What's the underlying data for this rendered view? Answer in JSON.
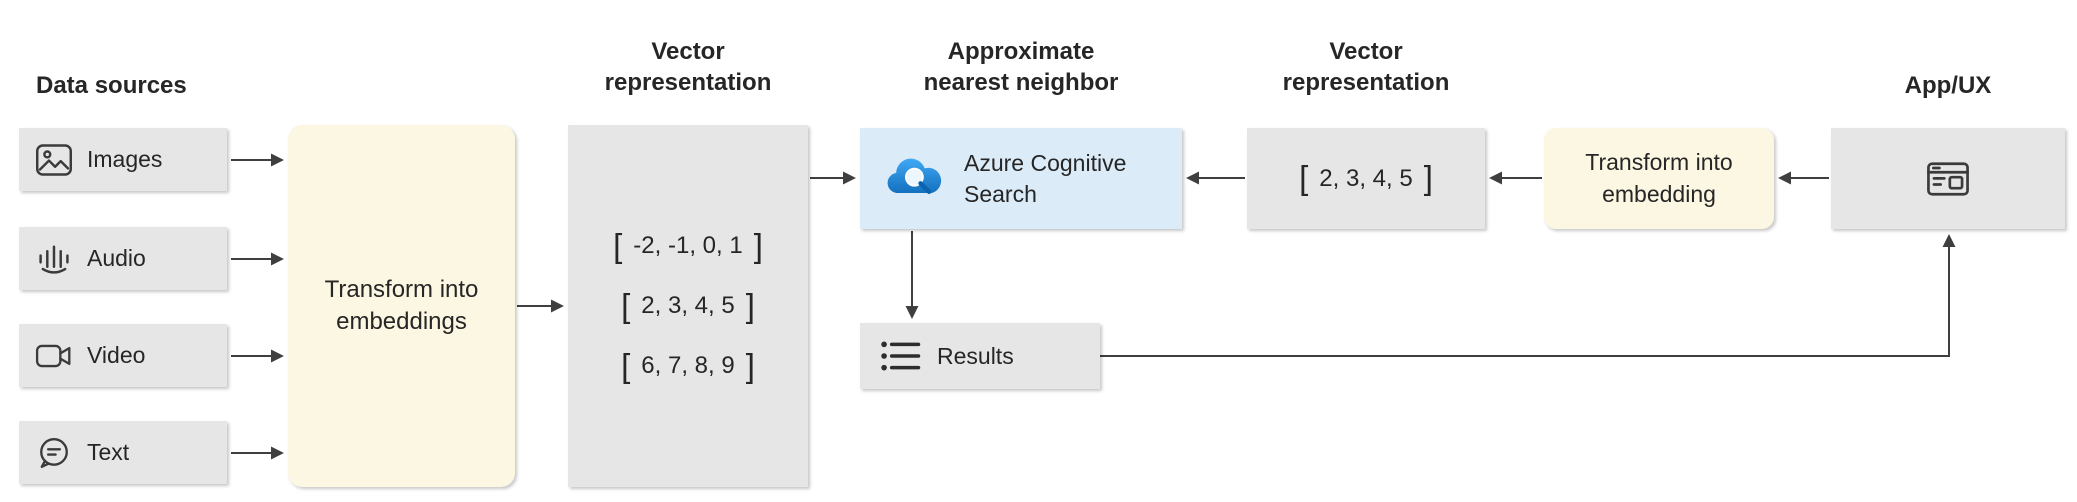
{
  "colors": {
    "box_gray": "#e6e6e6",
    "box_yellow": "#fcf7e2",
    "box_blue": "#dcebf8",
    "arrow": "#3f3f3f",
    "text": "#262626",
    "azure_blue": "#1470be"
  },
  "headers": {
    "data_sources": "Data sources",
    "vector_representation_left": {
      "line1": "Vector",
      "line2": "representation"
    },
    "approximate_nearest_neighbor": {
      "line1": "Approximate",
      "line2": "nearest neighbor"
    },
    "vector_representation_right": {
      "line1": "Vector",
      "line2": "representation"
    },
    "app_ux": "App/UX"
  },
  "data_sources": {
    "items": [
      {
        "label": "Images",
        "icon": "image-icon"
      },
      {
        "label": "Audio",
        "icon": "audio-icon"
      },
      {
        "label": "Video",
        "icon": "video-icon"
      },
      {
        "label": "Text",
        "icon": "text-icon"
      }
    ]
  },
  "transform_left": {
    "label": "Transform into embeddings"
  },
  "vectors_left": {
    "rows": [
      {
        "open": "[",
        "values": "-2, -1, 0, 1",
        "close": "]"
      },
      {
        "open": "[",
        "values": "2, 3, 4, 5",
        "close": "]"
      },
      {
        "open": "[",
        "values": "6, 7, 8, 9",
        "close": "]"
      }
    ]
  },
  "search": {
    "label": "Azure Cognitive Search",
    "icon": "azure-search-cloud-icon"
  },
  "results": {
    "label": "Results",
    "icon": "list-icon"
  },
  "vector_right": {
    "open": "[",
    "values": "2, 3, 4, 5",
    "close": "]"
  },
  "transform_right": {
    "label": "Transform into embedding"
  },
  "app_ux_box": {
    "icon": "browser-window-icon"
  }
}
